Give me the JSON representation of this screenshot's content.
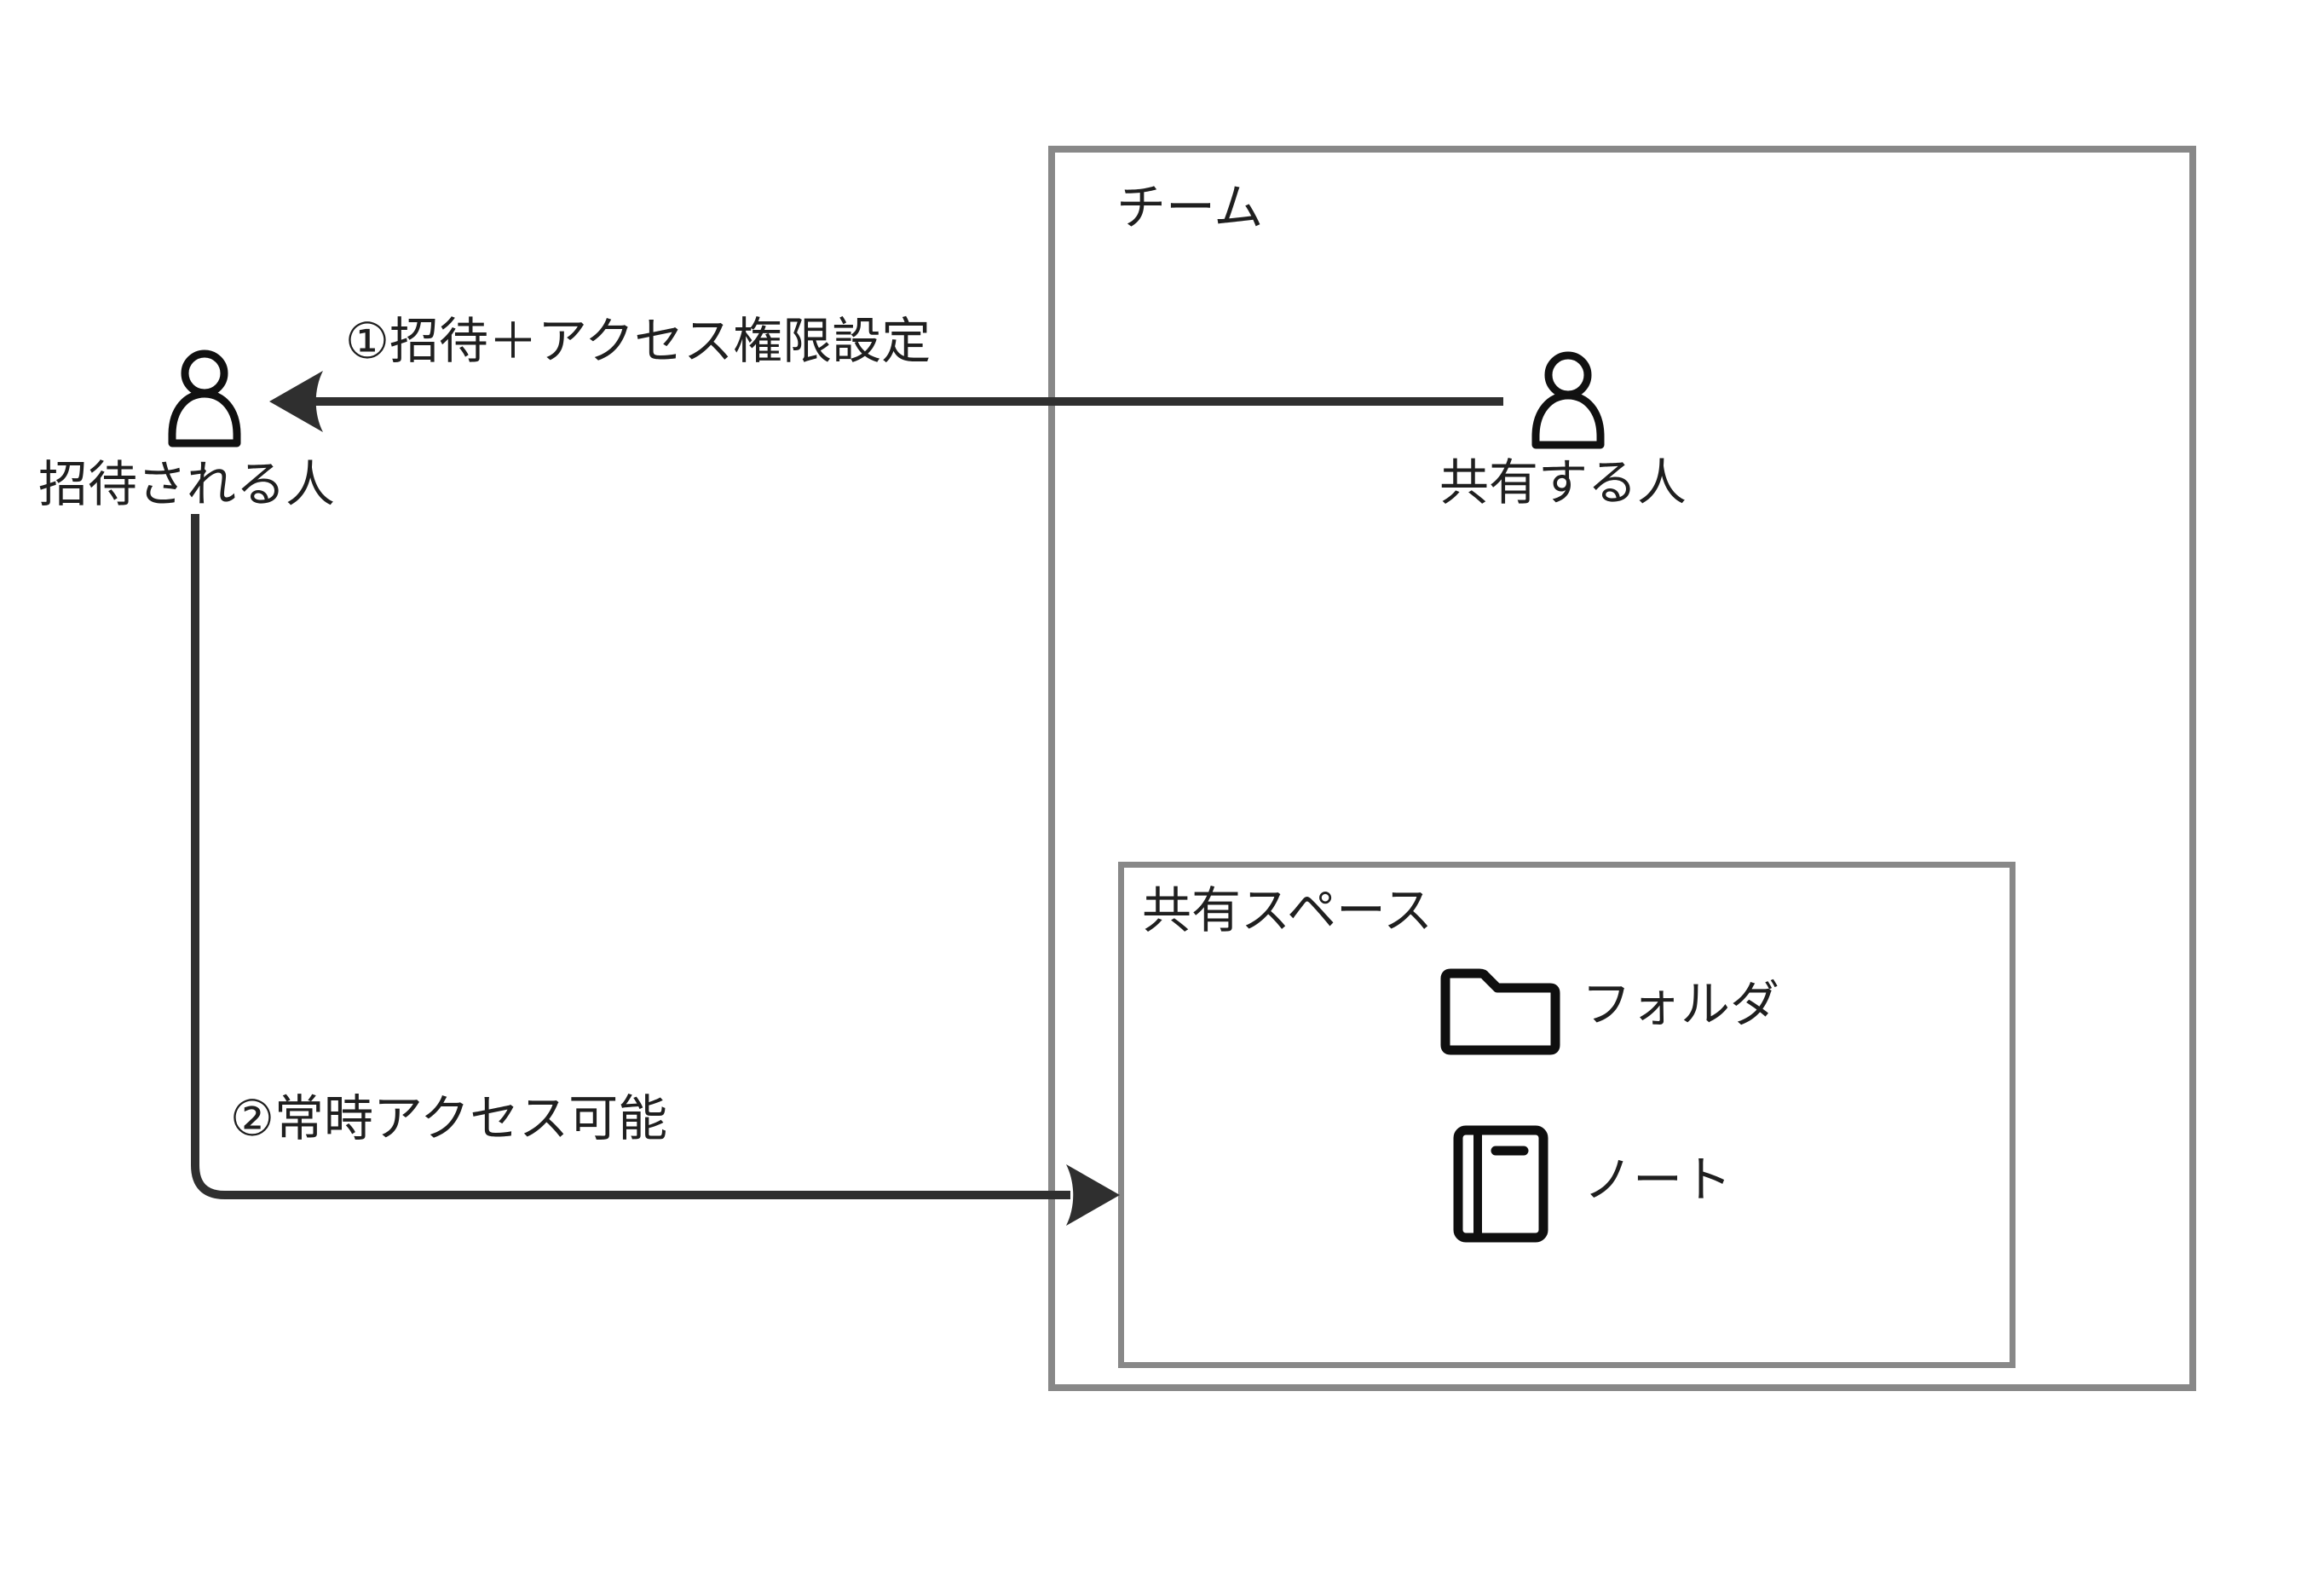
{
  "team_box": {
    "title": "チーム"
  },
  "shared_space_box": {
    "title": "共有スペース"
  },
  "sharer": {
    "label": "共有する人"
  },
  "invitee": {
    "label": "招待される人"
  },
  "folder_item": {
    "label": "フォルダ"
  },
  "note_item": {
    "label": "ノート"
  },
  "arrow_invite": {
    "label": "①招待＋アクセス権限設定"
  },
  "arrow_access": {
    "label": "②常時アクセス可能"
  },
  "colors": {
    "box_border": "#888888",
    "arrow": "#2f2f2f",
    "icon_stroke": "#111111",
    "text": "#1f1f1f",
    "background": "#ffffff"
  }
}
